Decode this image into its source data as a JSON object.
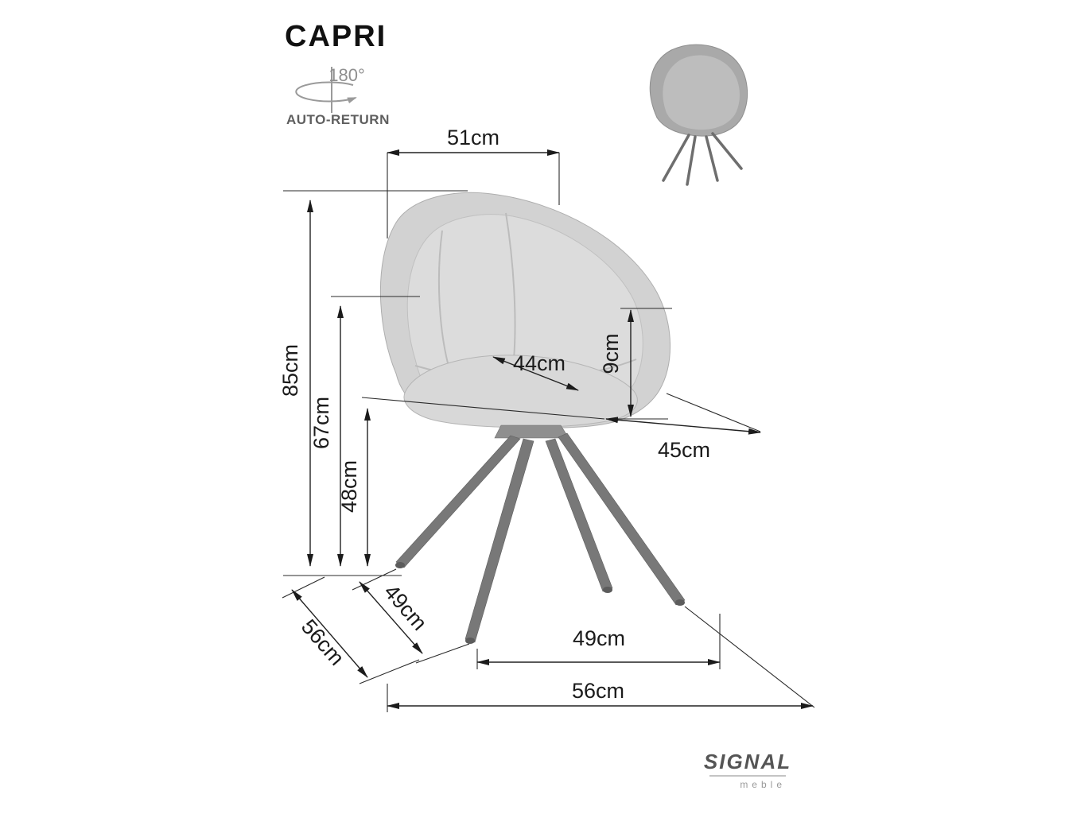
{
  "title": "CAPRI",
  "swivel": {
    "angle": "180°",
    "auto_return": "AUTO-RETURN"
  },
  "dims": {
    "top_width": "51cm",
    "total_height": "85cm",
    "armrest_height": "67cm",
    "seat_height": "48cm",
    "seat_width": "44cm",
    "backrest_offset": "9cm",
    "seat_depth": "45cm",
    "front_leg_depth": "49cm",
    "front_leg_width": "49cm",
    "base_depth": "56cm",
    "base_width": "56cm"
  },
  "brand": {
    "name": "SIGNAL",
    "subtitle": "meble"
  },
  "colors": {
    "background": "#ffffff",
    "line": "#222222",
    "upholstery": "#d2d2d2",
    "legs": "#787878",
    "accent_gray": "#9a9a9a"
  }
}
